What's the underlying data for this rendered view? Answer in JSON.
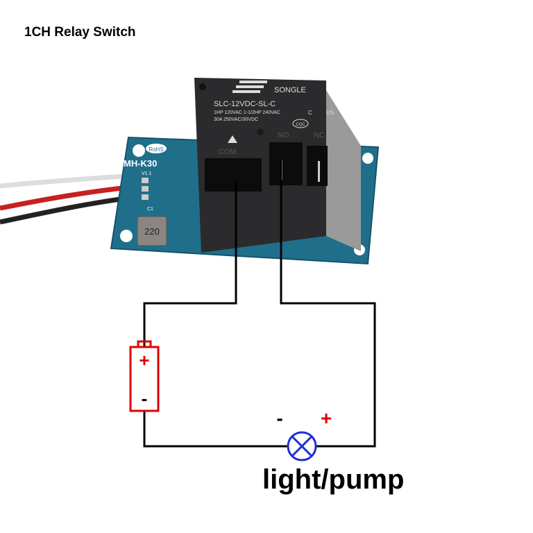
{
  "title": "1CH Relay Switch",
  "board": {
    "model": "MH-K30",
    "version": "V1.1",
    "rohs": "RoHS",
    "inductor": "220",
    "cap_label": "C1"
  },
  "relay": {
    "brand": "SONGLE",
    "model": "SLC-12VDC-SL-C",
    "rating_line1": "1HP 120VAC 1-1/2HP 240VAC",
    "rating_line2": "30A 250VAC/30VDC",
    "cert": "CQC",
    "ul_us": "US",
    "ul_c": "C",
    "com": "COM",
    "no": "NO",
    "nc": "NC"
  },
  "battery": {
    "plus": "+",
    "minus": "-"
  },
  "load": {
    "label": "light/pump",
    "minus": "-",
    "plus": "+"
  },
  "colors": {
    "pcb": "#1f6f8b",
    "relay": "#2b2b2d",
    "wire": "#000000",
    "battery": "#e00000",
    "lamp": "#1d2fd6",
    "plus": "#e00000"
  }
}
